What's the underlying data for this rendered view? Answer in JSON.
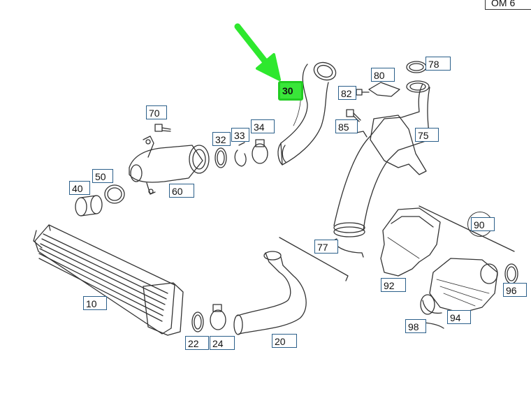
{
  "doc_code": "OM 6",
  "highlight_color": "#39e639",
  "arrow_color": "#2ee82e",
  "parts": [
    {
      "id": "p30",
      "label": "30",
      "highlight": true
    },
    {
      "id": "p70",
      "label": "70"
    },
    {
      "id": "p32",
      "label": "32"
    },
    {
      "id": "p33",
      "label": "33"
    },
    {
      "id": "p34",
      "label": "34"
    },
    {
      "id": "p50",
      "label": "50"
    },
    {
      "id": "p40",
      "label": "40"
    },
    {
      "id": "p60",
      "label": "60"
    },
    {
      "id": "p78",
      "label": "78"
    },
    {
      "id": "p80",
      "label": "80"
    },
    {
      "id": "p82",
      "label": "82"
    },
    {
      "id": "p85",
      "label": "85"
    },
    {
      "id": "p75",
      "label": "75"
    },
    {
      "id": "p90",
      "label": "90"
    },
    {
      "id": "p77",
      "label": "77"
    },
    {
      "id": "p92",
      "label": "92"
    },
    {
      "id": "p96",
      "label": "96"
    },
    {
      "id": "p94",
      "label": "94"
    },
    {
      "id": "p98",
      "label": "98"
    },
    {
      "id": "p10",
      "label": "10"
    },
    {
      "id": "p22",
      "label": "22"
    },
    {
      "id": "p24",
      "label": "24"
    },
    {
      "id": "p20",
      "label": "20"
    }
  ]
}
